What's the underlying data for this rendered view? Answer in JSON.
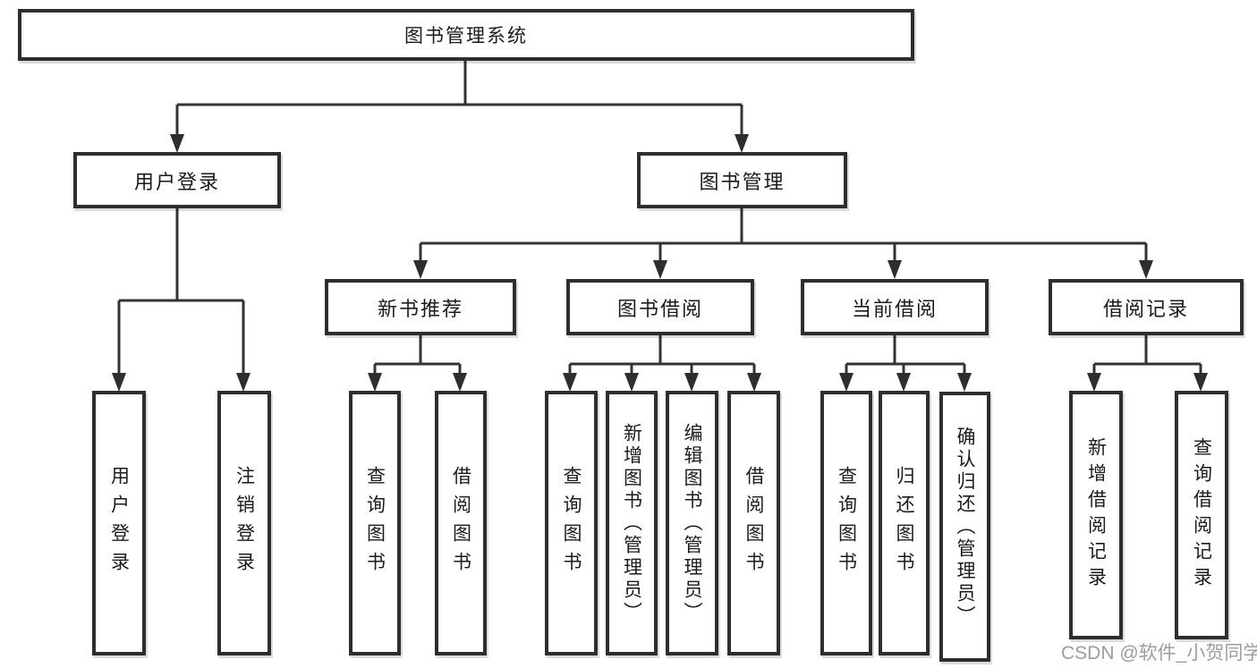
{
  "diagram_type": "hierarchy-chart",
  "colors": {
    "background": "#ffffff",
    "box_border": "#2e2e2e",
    "box_fill": "#ffffff",
    "connector_line": "#333333",
    "text": "#1b1b1b",
    "watermark_text": "#8c8c8c"
  },
  "watermark": {
    "text": "CSDN @软件_小贺同学"
  },
  "tree": {
    "root": "图书管理系统",
    "children": [
      {
        "label": "用户登录",
        "children": [
          "用户登录",
          "注销登录"
        ]
      },
      {
        "label": "图书管理",
        "children": [
          {
            "label": "新书推荐",
            "children": [
              "查询图书",
              "借阅图书"
            ]
          },
          {
            "label": "图书借阅",
            "children": [
              "查询图书",
              "新增图书（管理员）",
              "编辑图书（管理员）",
              "借阅图书"
            ]
          },
          {
            "label": "当前借阅",
            "children": [
              "查询图书",
              "归还图书",
              "确认归还（管理员）"
            ]
          },
          {
            "label": "借阅记录",
            "children": [
              "新增借阅记录",
              "查询借阅记录"
            ]
          }
        ]
      }
    ]
  }
}
